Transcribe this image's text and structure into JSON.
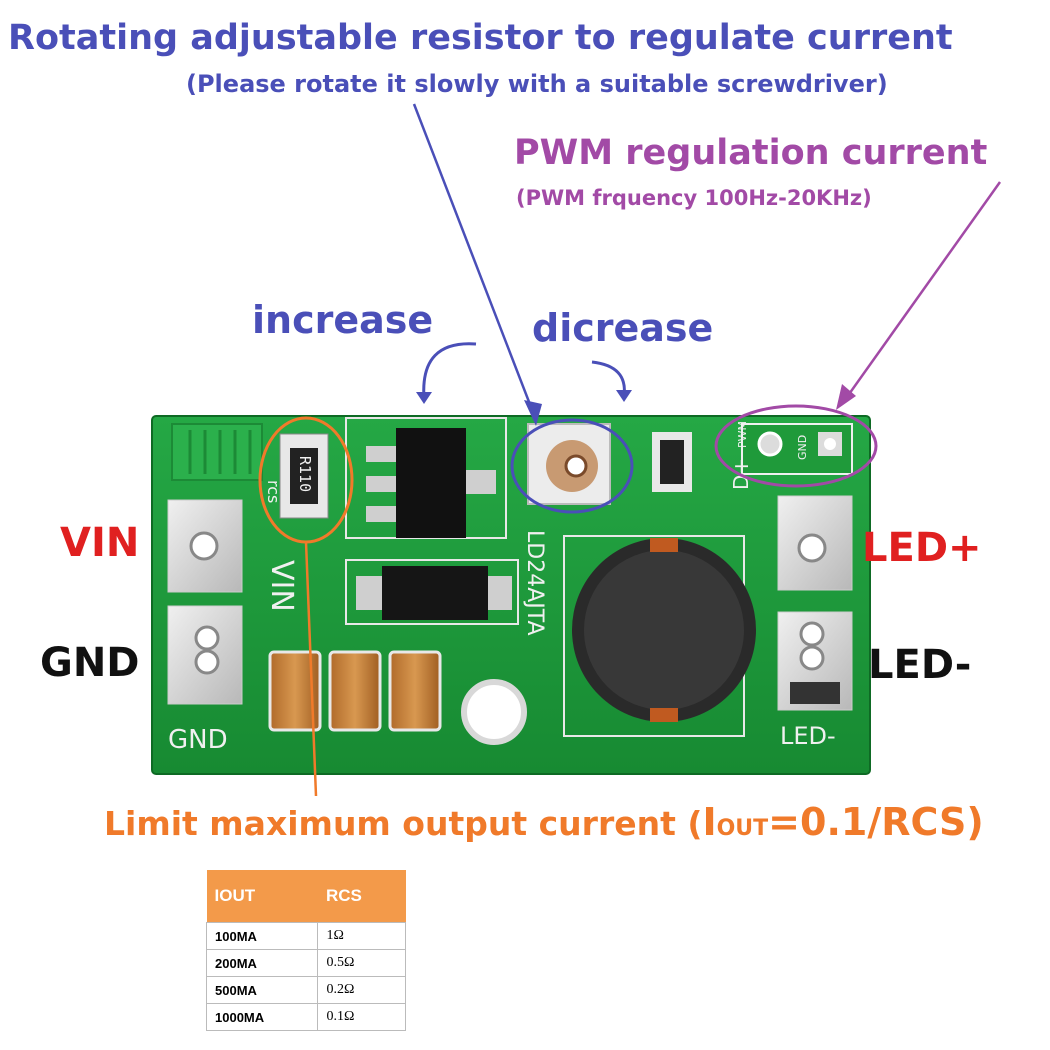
{
  "title": {
    "main": "Rotating adjustable resistor to regulate current",
    "sub": "(Please rotate it slowly with a suitable screwdriver)"
  },
  "pwm": {
    "main": "PWM regulation current",
    "sub": "(PWM frquency 100Hz-20KHz)"
  },
  "knob": {
    "increase": "increase",
    "decrease": "dicrease"
  },
  "pins": {
    "vin": "VIN",
    "gnd": "GND",
    "led_plus": "LED+",
    "led_minus": "LED-"
  },
  "board_silk": {
    "vin": "VIN",
    "gnd": "GND",
    "rcs": "rcs",
    "resistor": "R110",
    "chip": "LD24AJTA",
    "dplus": "D+",
    "led_minus": "LED-",
    "pwm": "PWM",
    "gnd_small": "GND"
  },
  "limit": {
    "prefix": "Limit maximum output current (",
    "i": "I",
    "out": "OUT",
    "formula": "=0.1/RCS)"
  },
  "table": {
    "headers": [
      "IOUT",
      "RCS"
    ],
    "rows": [
      [
        "100MA",
        "1Ω"
      ],
      [
        "200MA",
        "0.5Ω"
      ],
      [
        "500MA",
        "0.2Ω"
      ],
      [
        "1000MA",
        "0.1Ω"
      ]
    ]
  },
  "colors": {
    "blue_text": "#4a4fb8",
    "purple_text": "#a24aa6",
    "orange_text": "#f07a2a",
    "red_text": "#e02020",
    "pcb_green": "#1f9a3a"
  }
}
